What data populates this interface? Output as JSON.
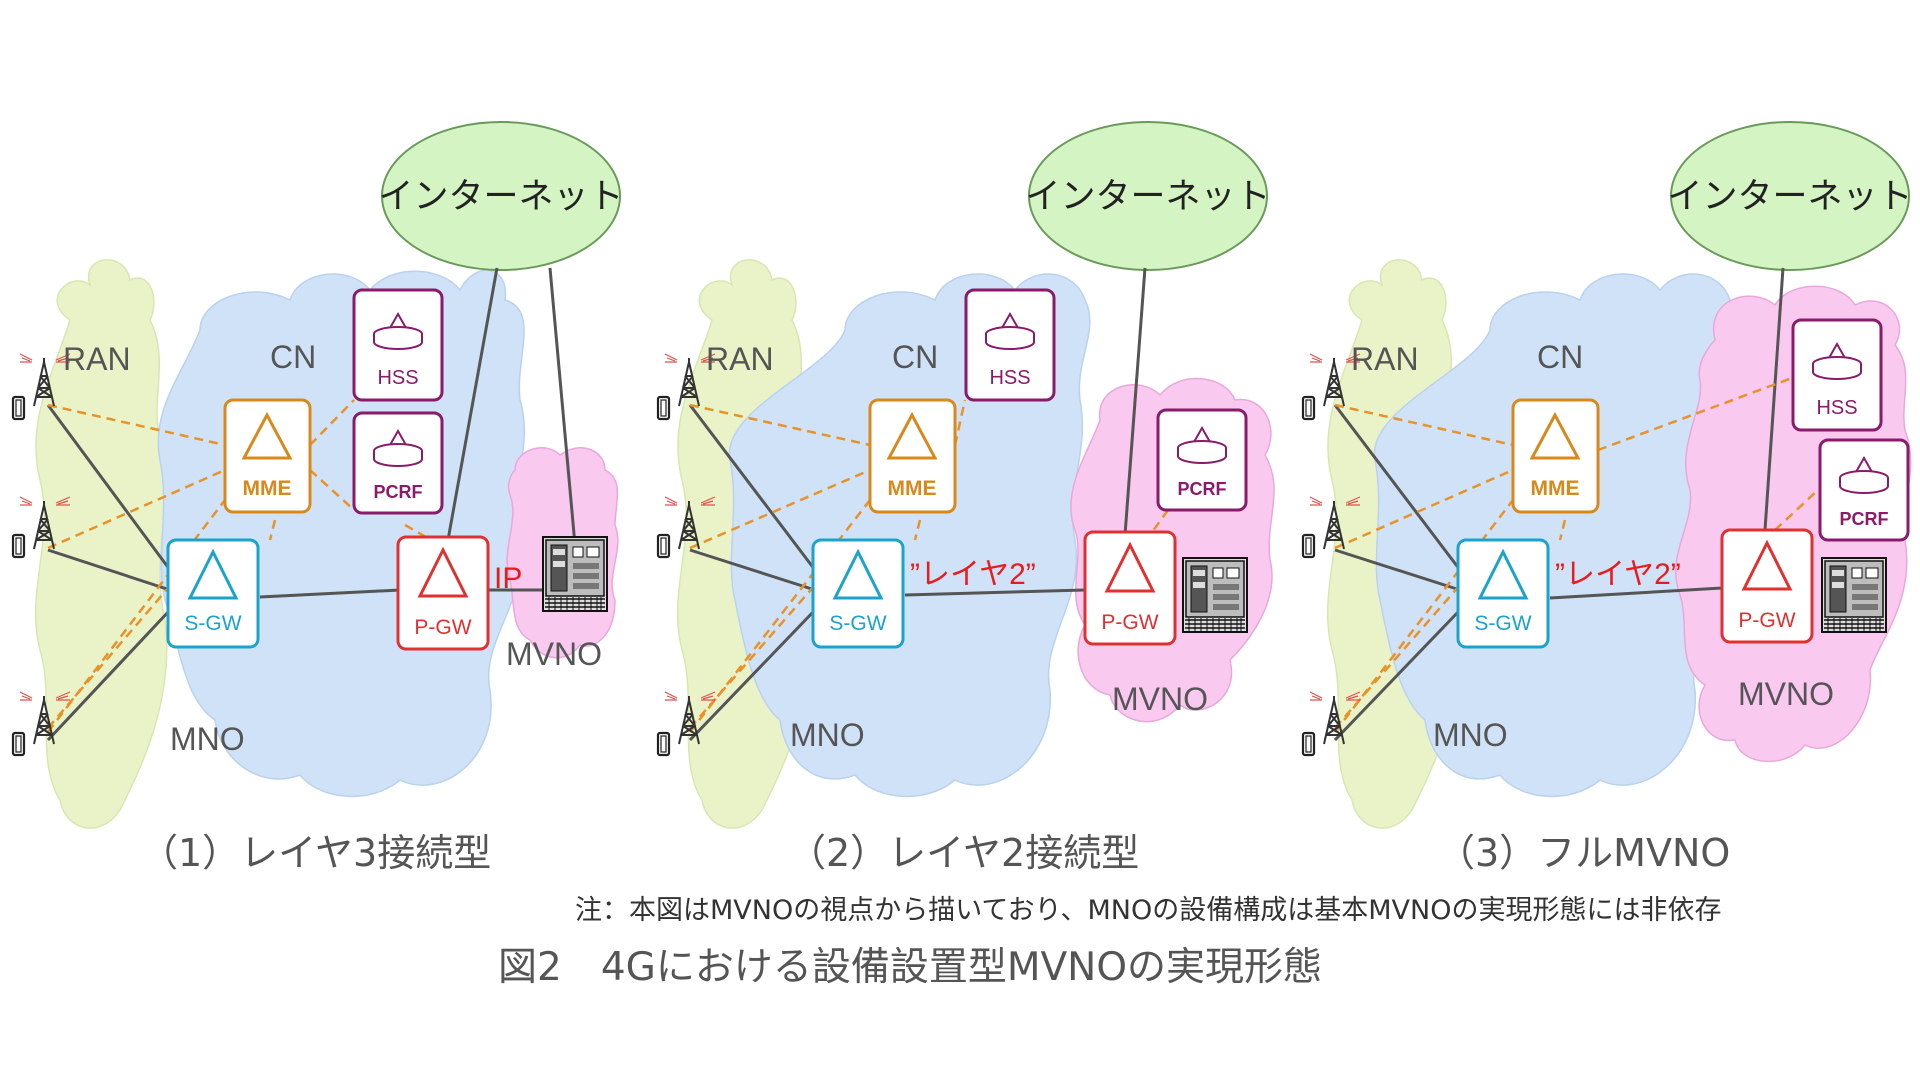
{
  "panels": [
    {
      "caption": "（1）レイヤ3接続型",
      "internet": "インターネット",
      "ran": "RAN",
      "cn": "CN",
      "mno": "MNO",
      "mvno": "MVNO",
      "nodes": {
        "hss": "HSS",
        "pcrf": "PCRF",
        "mme": "MME",
        "sgw": "S-GW",
        "pgw": "P-GW"
      },
      "link_label": "IP"
    },
    {
      "caption": "（2）レイヤ2接続型",
      "internet": "インターネット",
      "ran": "RAN",
      "cn": "CN",
      "mno": "MNO",
      "mvno": "MVNO",
      "nodes": {
        "hss": "HSS",
        "pcrf": "PCRF",
        "mme": "MME",
        "sgw": "S-GW",
        "pgw": "P-GW"
      },
      "link_label": "”レイヤ2”"
    },
    {
      "caption": "（3）フルMVNO",
      "internet": "インターネット",
      "ran": "RAN",
      "cn": "CN",
      "mno": "MNO",
      "mvno": "MVNO",
      "nodes": {
        "hss": "HSS",
        "pcrf": "PCRF",
        "mme": "MME",
        "sgw": "S-GW",
        "pgw": "P-GW"
      },
      "link_label": "”レイヤ2”"
    }
  ],
  "note": "注：本図はMVNOの視点から描いており、MNOの設備構成は基本MVNOの実現形態には非依存",
  "figure_title": "図2　4Gにおける設備設置型MVNOの実現形態",
  "colors": {
    "ran_fill": "#eaf3c8",
    "cn_fill": "#cfe2f7",
    "mvno_fill": "#f9c9f0",
    "internet_fill": "#d4f4c4",
    "mme": "#d9891c",
    "sgw": "#1aa3cc",
    "pgw": "#e03030",
    "hss": "#8a1a6a",
    "label_red": "#e81c1c",
    "line_gray": "#555555",
    "dash_orange": "#e8922a"
  }
}
